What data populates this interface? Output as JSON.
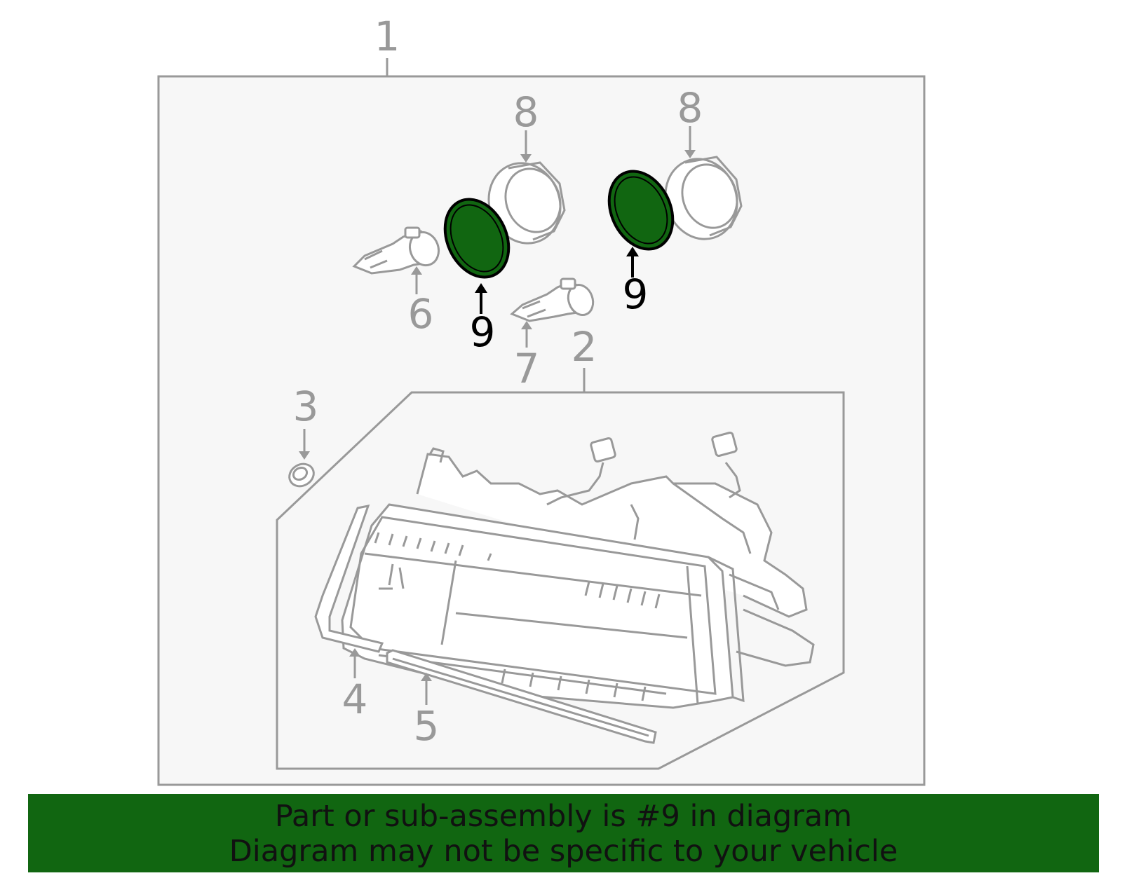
{
  "diagram": {
    "callouts": {
      "c1": "1",
      "c2": "2",
      "c3": "3",
      "c4": "4",
      "c5": "5",
      "c6": "6",
      "c7": "7",
      "c8a": "8",
      "c8b": "8",
      "c9a": "9",
      "c9b": "9"
    },
    "highlight_part": "9"
  },
  "banner": {
    "line1": "Part or sub-assembly is #9 in diagram",
    "line2": "Diagram may not be specific to your vehicle"
  },
  "colors": {
    "outline_gray": "#999999",
    "highlight_fill": "#116611",
    "highlight_outline": "#000000",
    "panel_fill": "#f7f7f7",
    "banner_bg": "#116611"
  }
}
